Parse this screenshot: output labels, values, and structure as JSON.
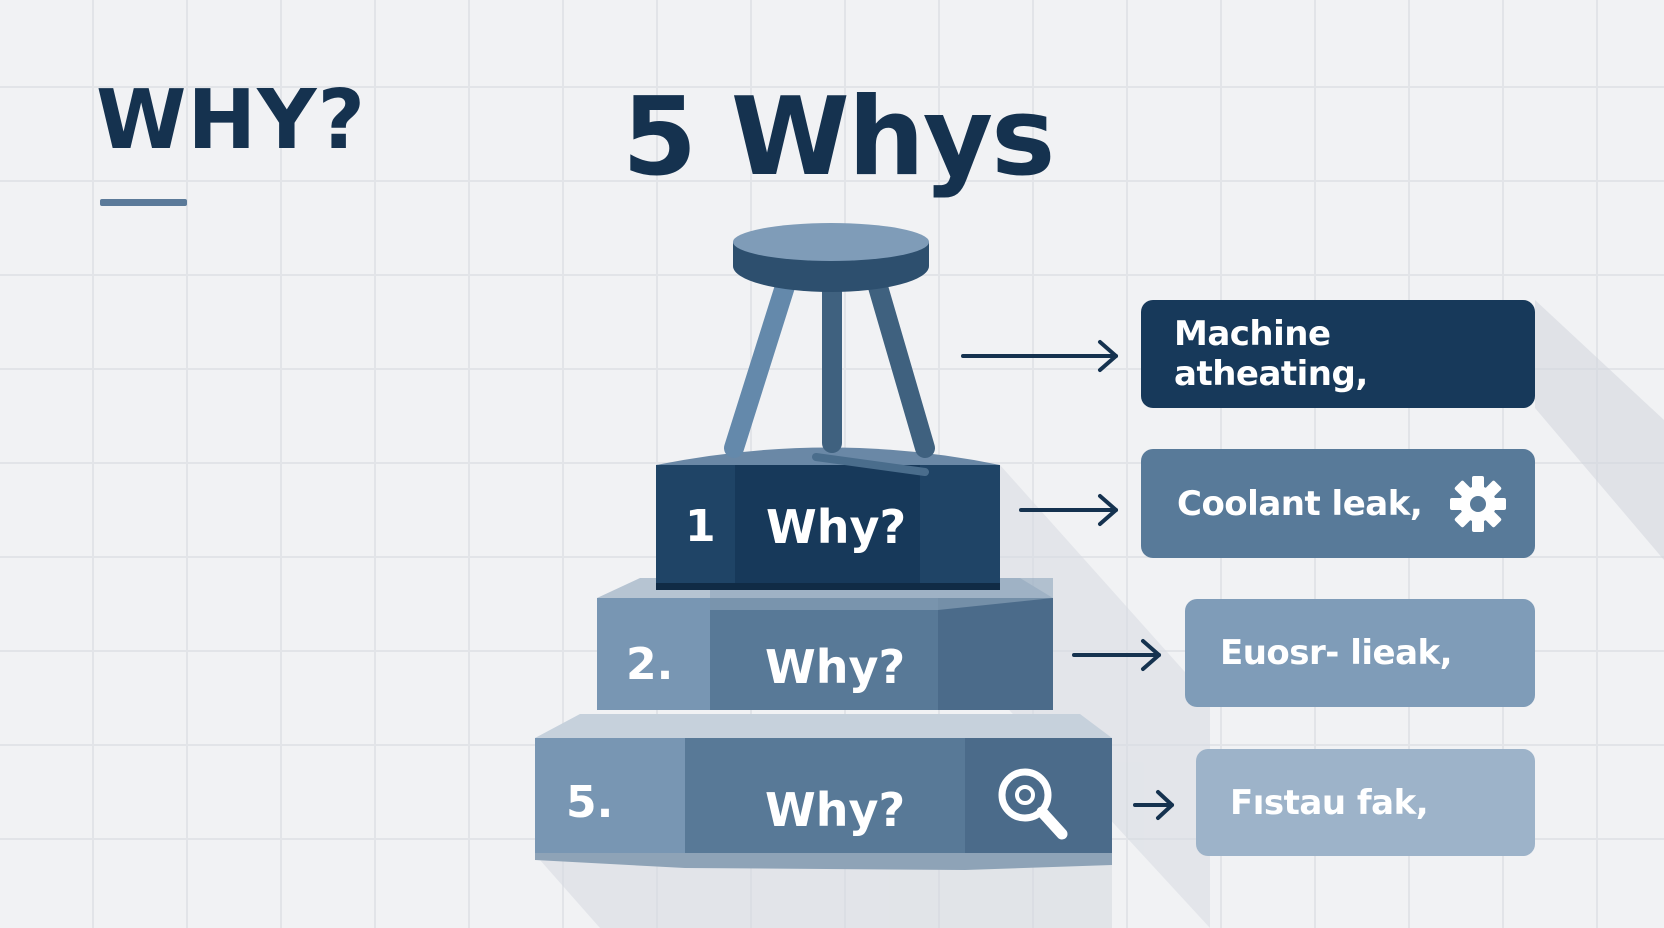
{
  "header": {
    "left_title": "WHY?",
    "main_title": "5 Whys"
  },
  "steps": [
    {
      "number": "1",
      "label": "Why?"
    },
    {
      "number": "2.",
      "label": "Why?"
    },
    {
      "number": "5.",
      "label": "Why?"
    }
  ],
  "answers": [
    {
      "text": "Machine atheating,"
    },
    {
      "text": "Coolant leak,",
      "icon": "gear-icon"
    },
    {
      "text": "Euosr- lieak,"
    },
    {
      "text": "Fıstau fak,"
    }
  ],
  "colors": {
    "navy": "#15324f",
    "dark_blue": "#17395a",
    "mid_blue": "#587a99",
    "light_blue": "#7f9cb8",
    "pale_blue": "#9db3c9",
    "background": "#f1f2f4"
  },
  "icons": [
    "stool-icon",
    "arrow-right-icon",
    "gear-icon",
    "magnifier-icon"
  ]
}
